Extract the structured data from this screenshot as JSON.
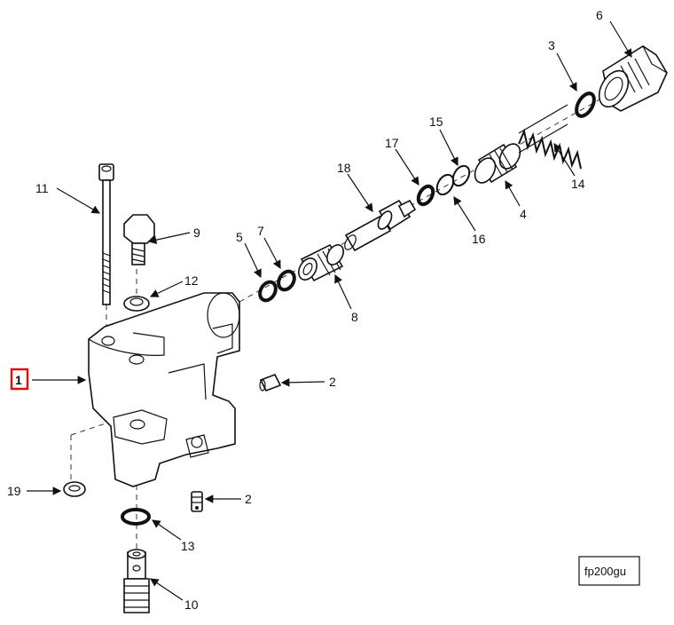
{
  "figure": {
    "reference_code": "fp200gu",
    "highlighted_callout": "1",
    "colors": {
      "line": "#111111",
      "highlight": "#e01010",
      "background": "#ffffff"
    }
  },
  "callouts": {
    "c1": "1",
    "c2a": "2",
    "c2b": "2",
    "c3": "3",
    "c4": "4",
    "c5": "5",
    "c6": "6",
    "c7": "7",
    "c8": "8",
    "c9": "9",
    "c10": "10",
    "c11": "11",
    "c12": "12",
    "c13": "13",
    "c14": "14",
    "c15": "15",
    "c16": "16",
    "c17": "17",
    "c18": "18",
    "c19": "19"
  }
}
